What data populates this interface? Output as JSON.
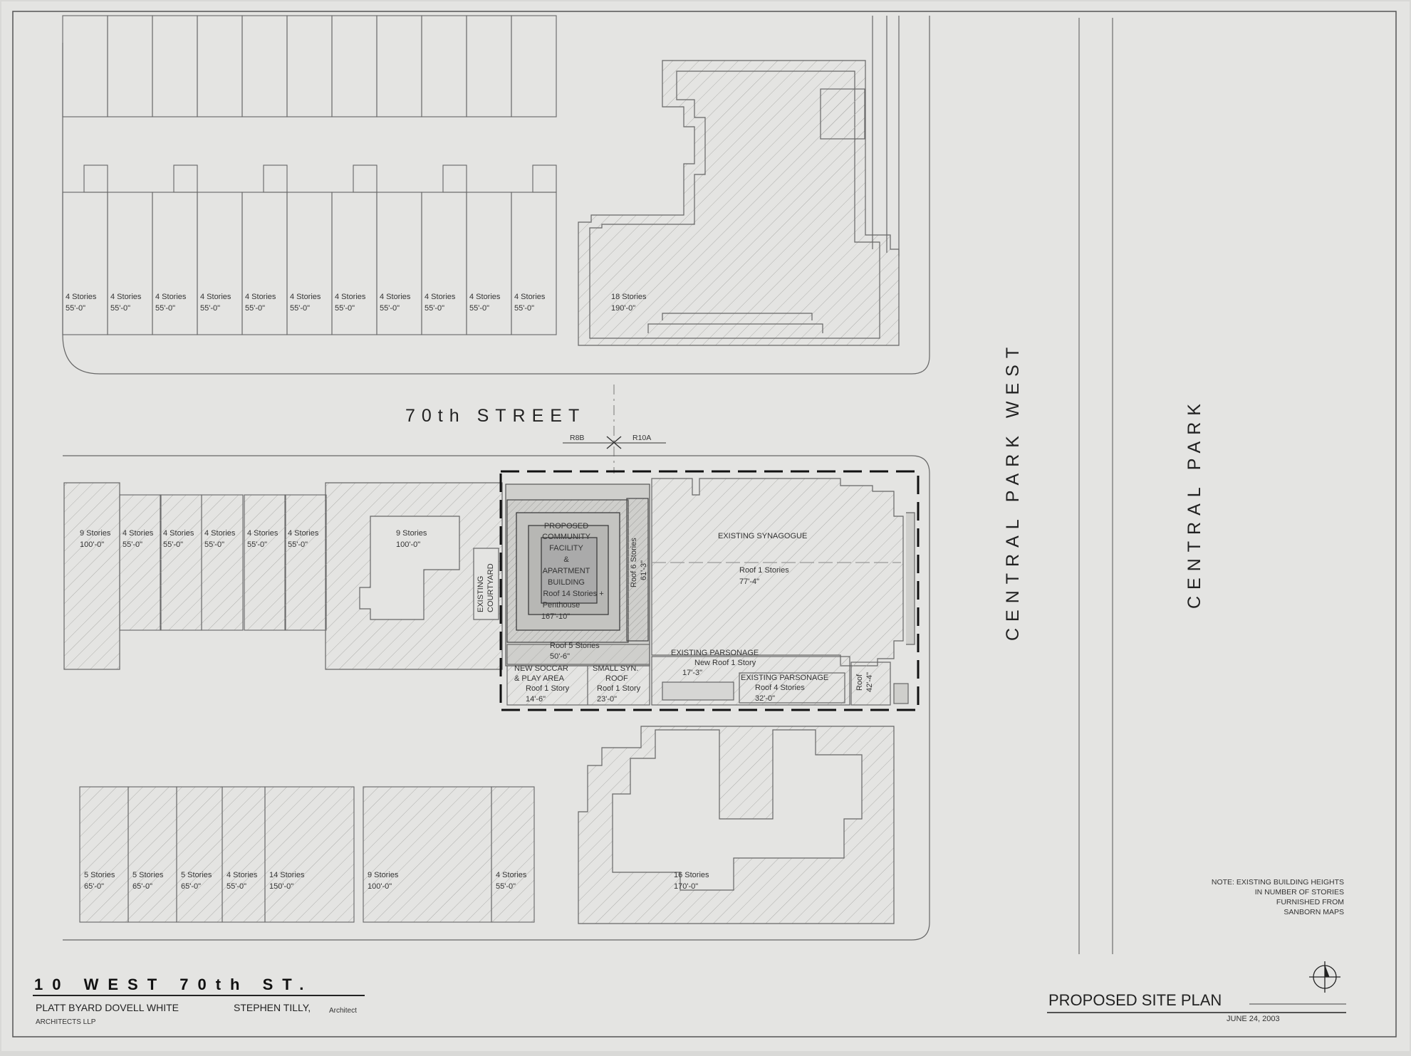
{
  "streets": {
    "south_street": "70th STREET",
    "avenue": "CENTRAL PARK WEST",
    "park": "CENTRAL PARK",
    "zone_left": "R8B",
    "zone_right": "R10A"
  },
  "north_block": {
    "rowhouses": [
      {
        "stories": "4 Stories",
        "height": "55'-0\""
      },
      {
        "stories": "4 Stories",
        "height": "55'-0\""
      },
      {
        "stories": "4 Stories",
        "height": "55'-0\""
      },
      {
        "stories": "4 Stories",
        "height": "55'-0\""
      },
      {
        "stories": "4 Stories",
        "height": "55'-0\""
      },
      {
        "stories": "4 Stories",
        "height": "55'-0\""
      },
      {
        "stories": "4 Stories",
        "height": "55'-0\""
      },
      {
        "stories": "4 Stories",
        "height": "55'-0\""
      },
      {
        "stories": "4 Stories",
        "height": "55'-0\""
      },
      {
        "stories": "4 Stories",
        "height": "55'-0\""
      },
      {
        "stories": "4 Stories",
        "height": "55'-0\""
      }
    ],
    "corner": {
      "stories": "18 Stories",
      "height": "190'-0\""
    }
  },
  "site_block": {
    "row": [
      {
        "stories": "9 Stories",
        "height": "100'-0\""
      },
      {
        "stories": "4 Stories",
        "height": "55'-0\""
      },
      {
        "stories": "4 Stories",
        "height": "55'-0\""
      },
      {
        "stories": "4 Stories",
        "height": "55'-0\""
      },
      {
        "stories": "4 Stories",
        "height": "55'-0\""
      },
      {
        "stories": "4 Stories",
        "height": "55'-0\""
      }
    ],
    "mid": {
      "stories": "9 Stories",
      "height": "100'-0\""
    },
    "courtyard": [
      "EXISTING",
      "COURTYARD"
    ],
    "proposed": {
      "lines": [
        "PROPOSED",
        "COMMUNITY",
        "FACILITY",
        "&",
        "APARTMENT",
        "BUILDING"
      ],
      "roof": "Roof 14 Stories +",
      "roof2": "Penthouse",
      "height": "167'-10\""
    },
    "wing": {
      "roof": "Roof 6 Stories",
      "height": "61'-3\""
    },
    "roof5": {
      "roof": "Roof 5 Stories",
      "height": "50'-6\""
    },
    "soccer": {
      "l1": "NEW SOCCAR",
      "l2": "& PLAY AREA",
      "roof": "Roof 1 Story",
      "height": "14'-6\""
    },
    "small_syn": {
      "l1": "SMALL SYN.",
      "l2": "ROOF",
      "roof": "Roof 1 Story",
      "height": "23'-0\""
    },
    "synagogue": {
      "name": "EXISTING SYNAGOGUE",
      "roof": "Roof 1 Stories",
      "height": "77'-4\""
    },
    "parsonage1": {
      "name": "EXISTING PARSONAGE",
      "roof": "New Roof 1 Story",
      "height": "17'-3\""
    },
    "parsonage2": {
      "name": "EXISTING PARSONAGE",
      "roof": "Roof 4 Stories",
      "height": "32'-0\""
    },
    "corner_roof": {
      "roof": "Roof",
      "height": "42'-4\""
    }
  },
  "south_block": [
    {
      "stories": "5 Stories",
      "height": "65'-0\""
    },
    {
      "stories": "5 Stories",
      "height": "65'-0\""
    },
    {
      "stories": "5 Stories",
      "height": "65'-0\""
    },
    {
      "stories": "4 Stories",
      "height": "55'-0\""
    },
    {
      "stories": "14 Stories",
      "height": "150'-0\""
    },
    {
      "stories": "9 Stories",
      "height": "100'-0\""
    },
    {
      "stories": "4 Stories",
      "height": "55'-0\""
    },
    {
      "stories": "16 Stories",
      "height": "170'-0\""
    }
  ],
  "note": [
    "NOTE:  EXISTING BUILDING HEIGHTS",
    "IN NUMBER OF STORIES",
    "FURNISHED FROM",
    "SANBORN MAPS"
  ],
  "title_block": {
    "address": "10  WEST  70th  ST.",
    "firm": "PLATT BYARD DOVELL WHITE",
    "firm_sub": "ARCHITECTS LLP",
    "architect": "STEPHEN TILLY,",
    "architect_role": "Architect",
    "plan_title": "PROPOSED SITE PLAN",
    "date": "JUNE 24, 2003"
  }
}
